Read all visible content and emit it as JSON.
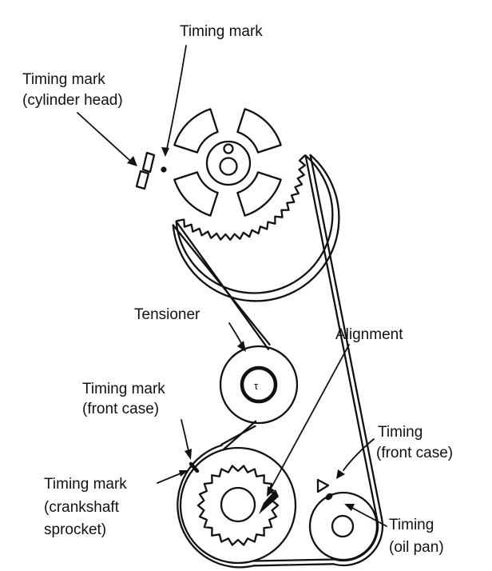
{
  "figure": {
    "background": "#ffffff",
    "line_color": "#111111",
    "labels": {
      "timing_mark_top": "Timing mark",
      "timing_mark_cylinder_head_line1": "Timing mark",
      "timing_mark_cylinder_head_line2": "(cylinder head)",
      "tensioner": "Tensioner",
      "alignment": "Alignment",
      "timing_mark_front_case_line1": "Timing mark",
      "timing_mark_front_case_line2": "(front case)",
      "timing_mark_crankshaft_line1": "Timing mark",
      "timing_mark_crankshaft_line2": "(crankshaft",
      "timing_mark_crankshaft_line3": "sprocket)",
      "timing_front_case_line1": "Timing",
      "timing_front_case_line2": "(front case)",
      "timing_oil_pan_line1": "Timing",
      "timing_oil_pan_line2": "(oil pan)",
      "tensioner_center_mark": "τ"
    }
  }
}
